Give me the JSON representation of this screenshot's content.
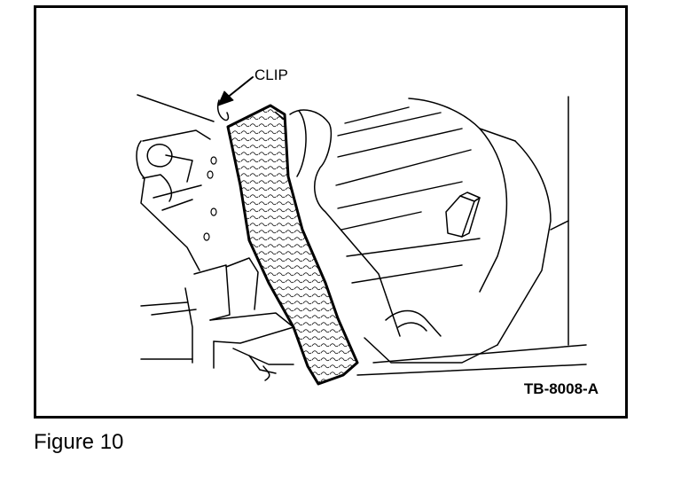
{
  "figure": {
    "callout_label": "CLIP",
    "part_number": "TB-8008-A",
    "caption": "Figure 10"
  }
}
